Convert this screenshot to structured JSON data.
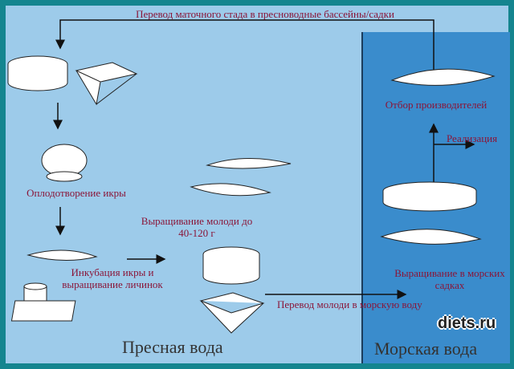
{
  "labels": {
    "top_transfer": "Перевод маточного стада в пресноводные бассейны/садки",
    "fertilization": "Оплодотворение икры",
    "incubation": "Инкубация икры и выращивание личинок",
    "juvenile": "Выращивание молоди до 40-120 г",
    "transfer_sea": "Перевод молоди в морскую воду",
    "broodstock": "Отбор производителей",
    "sale": "Реализация",
    "sea_cages": "Выращивание в морских садках"
  },
  "zones": {
    "fresh": "Пресная вода",
    "sea": "Морская вода"
  },
  "watermark": "diets.ru",
  "colors": {
    "fresh": "#9dcbea",
    "sea": "#3a8ccc",
    "border": "#14858f",
    "text": "#8a1538"
  }
}
